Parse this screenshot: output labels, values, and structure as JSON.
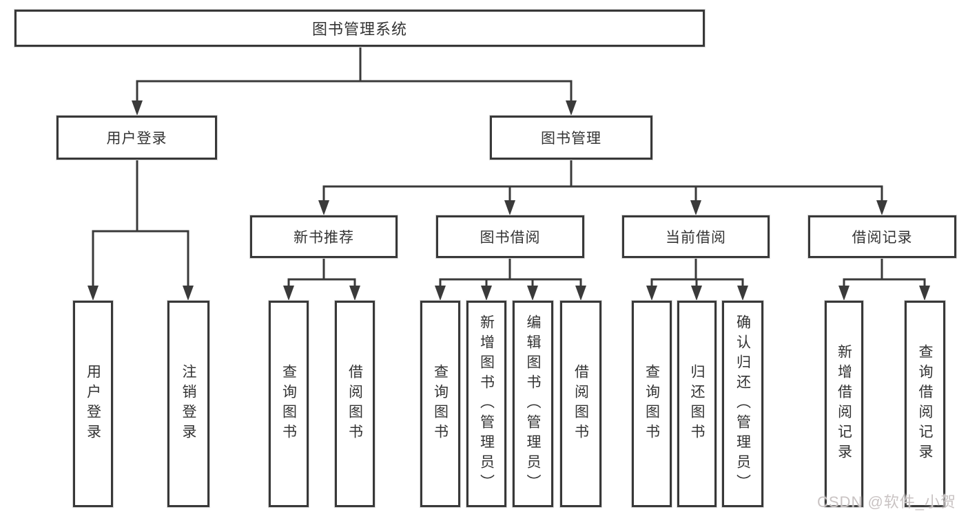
{
  "diagram": {
    "root_label": "图书管理系统",
    "user_login": {
      "label": "用户登录",
      "leaves": [
        "用户登录",
        "注销登录"
      ]
    },
    "book_mgmt": {
      "label": "图书管理",
      "sections": [
        {
          "label": "新书推荐",
          "leaves": [
            "查询图书",
            "借阅图书"
          ]
        },
        {
          "label": "图书借阅",
          "leaves": [
            "查询图书",
            "新增图书（管理员）",
            "编辑图书（管理员）",
            "借阅图书"
          ]
        },
        {
          "label": "当前借阅",
          "leaves": [
            "查询图书",
            "归还图书",
            "确认归还（管理员）"
          ]
        },
        {
          "label": "借阅记录",
          "leaves": [
            "新增借阅记录",
            "查询借阅记录"
          ]
        }
      ]
    },
    "watermark": "CSDN @软件_小贺同学",
    "colors": {
      "line": "#3a3a3a",
      "text": "#333333",
      "box_background": "#ffffff",
      "watermark": "#c9c3c3"
    }
  }
}
